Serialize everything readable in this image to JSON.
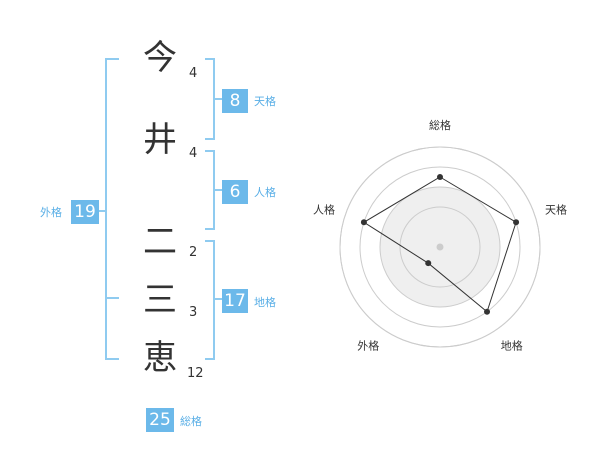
{
  "name": {
    "surname": [
      {
        "char": "今",
        "strokes": "4"
      },
      {
        "char": "井",
        "strokes": "4"
      }
    ],
    "given": [
      {
        "char": "二",
        "strokes": "2"
      },
      {
        "char": "三",
        "strokes": "3"
      },
      {
        "char": "恵",
        "strokes": "12"
      }
    ]
  },
  "fortunes": {
    "tenkaku": {
      "label": "天格",
      "value": "8"
    },
    "jinkaku": {
      "label": "人格",
      "value": "6"
    },
    "chikaku": {
      "label": "地格",
      "value": "17"
    },
    "gaikaku": {
      "label": "外格",
      "value": "19"
    },
    "soukaku": {
      "label": "総格",
      "value": "25"
    }
  },
  "chart_data": {
    "type": "radar",
    "axes": [
      "総格",
      "天格",
      "地格",
      "外格",
      "人格"
    ],
    "values": [
      0.7,
      0.8,
      0.8,
      0.2,
      0.8
    ],
    "rings": 4,
    "colors": {
      "fill": "#efefef",
      "ring": "#cccccc",
      "line": "#333333",
      "point": "#333333",
      "center": "#cccccc"
    }
  }
}
